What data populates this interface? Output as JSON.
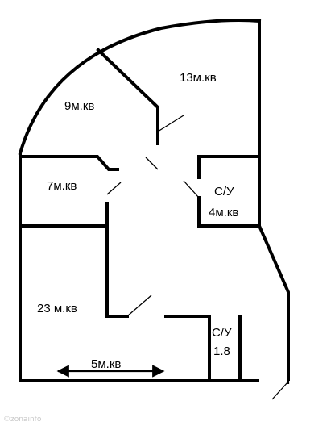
{
  "rooms": {
    "room_13": "13м.кв",
    "room_9": "9м.кв",
    "room_7": "7м.кв",
    "bath_big_line1": "С/У",
    "bath_big_line2": "4м.кв",
    "room_23": "23 м.кв",
    "bath_small_line1": "С/У",
    "bath_small_line2": "1.8"
  },
  "dimension": {
    "label": "5м.кв"
  },
  "watermark": {
    "text": "©zonainfo"
  },
  "colors": {
    "wall": "#000000",
    "background": "#ffffff"
  }
}
